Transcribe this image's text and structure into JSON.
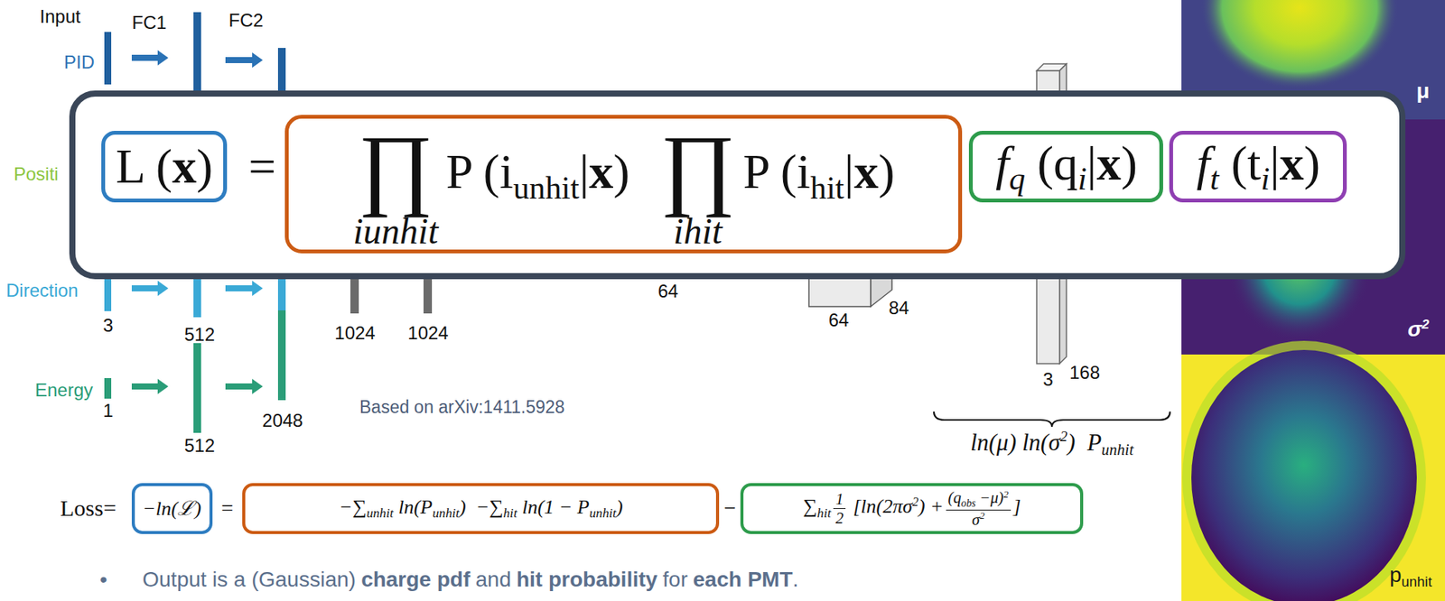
{
  "diagram": {
    "nodes": [
      {
        "text": [
          "="
        ]
      },
      {
        "text": [
          "L (",
          "x",
          ")"
        ],
        "in": 0
      },
      {
        "text": [
          "∏",
          "iunhit",
          "P (i",
          "unhit",
          "|",
          "x",
          ")",
          "∏",
          "ihit",
          "P (i",
          "hit",
          "|",
          "x",
          ")"
        ],
        "in": 0
      },
      {
        "text": [
          "f",
          "q",
          "(q",
          "i",
          "|",
          "x",
          ")"
        ],
        "in": 0
      },
      {
        "text": [
          "f",
          "t",
          "(t",
          "i",
          "|",
          "x",
          ")"
        ],
        "in": 0
      },
      {
        "text": [
          "−ln(ℒ)"
        ]
      },
      {
        "text": [
          "−∑",
          "unhit",
          "ln(P",
          "unhit",
          ")",
          "−∑",
          "hit",
          "ln(1 − P",
          "unhit",
          ")"
        ]
      },
      {
        "text": [
          "∑",
          "hit",
          "1",
          "2",
          "[ln(2πσ",
          "2",
          ") +",
          "(q",
          "obs",
          "−μ)",
          "2",
          "σ",
          "2",
          "]"
        ]
      }
    ],
    "labels": [
      "Input",
      "FC1",
      "FC2",
      "PID",
      "Positi",
      "Direction",
      "3",
      "512",
      "Energy",
      "1",
      "512",
      "2048",
      "1024",
      "1024",
      "64",
      "64",
      "84",
      "3",
      "168",
      "Based on arXiv:1411.5928",
      "ln(μ) ln(σ",
      "2",
      ")",
      "P",
      "unhit",
      "Loss=",
      "=",
      "−",
      "•",
      "Output is a (Gaussian)",
      "charge pdf",
      "and",
      "hit probability",
      "for",
      "each PMT",
      ".",
      "μ",
      "σ",
      "2",
      "p",
      "unhit"
    ]
  }
}
